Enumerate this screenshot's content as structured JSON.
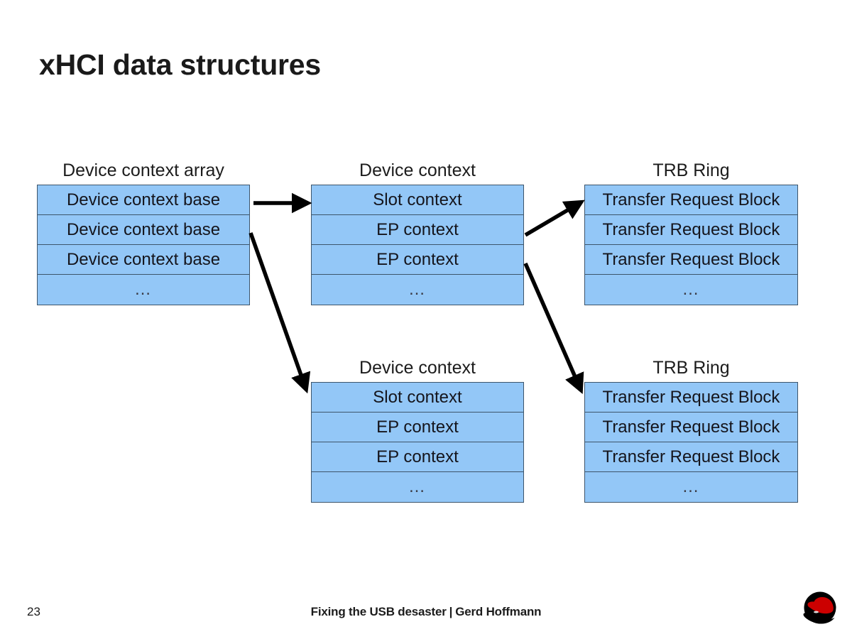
{
  "slide": {
    "title": "xHCI data structures",
    "background_color": "#ffffff",
    "box_fill_color": "#93c7f7",
    "box_border_color": "#3d556b",
    "text_color": "#15151c"
  },
  "groups": [
    {
      "id": "device-context-array",
      "title": "Device context array",
      "rows": [
        "Device context base",
        "Device context base",
        "Device context base",
        "…"
      ]
    },
    {
      "id": "device-context-1",
      "title": "Device context",
      "rows": [
        "Slot context",
        "EP context",
        "EP context",
        "…"
      ]
    },
    {
      "id": "trb-ring-1",
      "title": "TRB Ring",
      "rows": [
        "Transfer Request Block",
        "Transfer Request Block",
        "Transfer Request Block",
        "…"
      ]
    },
    {
      "id": "device-context-2",
      "title": "Device context",
      "rows": [
        "Slot context",
        "EP context",
        "EP context",
        "…"
      ]
    },
    {
      "id": "trb-ring-2",
      "title": "TRB Ring",
      "rows": [
        "Transfer Request Block",
        "Transfer Request Block",
        "Transfer Request Block",
        "…"
      ]
    }
  ],
  "connectors": [
    {
      "id": "array-row1-to-device-context-1",
      "from": "Device context base (row 1)",
      "to": "Device context (top) Slot context"
    },
    {
      "id": "array-row2-to-device-context-2",
      "from": "Device context base (row 2)",
      "to": "Device context (bottom)"
    },
    {
      "id": "ep-context-to-trb-ring-1",
      "from": "EP context (top table, row 2)",
      "to": "TRB Ring (top)"
    },
    {
      "id": "ep-context-to-trb-ring-2",
      "from": "EP context (top table, row 3)",
      "to": "TRB Ring (bottom)"
    }
  ],
  "footer": {
    "page_number": "23",
    "title": "Fixing the USB desaster",
    "separator": "|",
    "author": "Gerd Hoffmann",
    "logo": "red-hat-shadowman-logo"
  }
}
